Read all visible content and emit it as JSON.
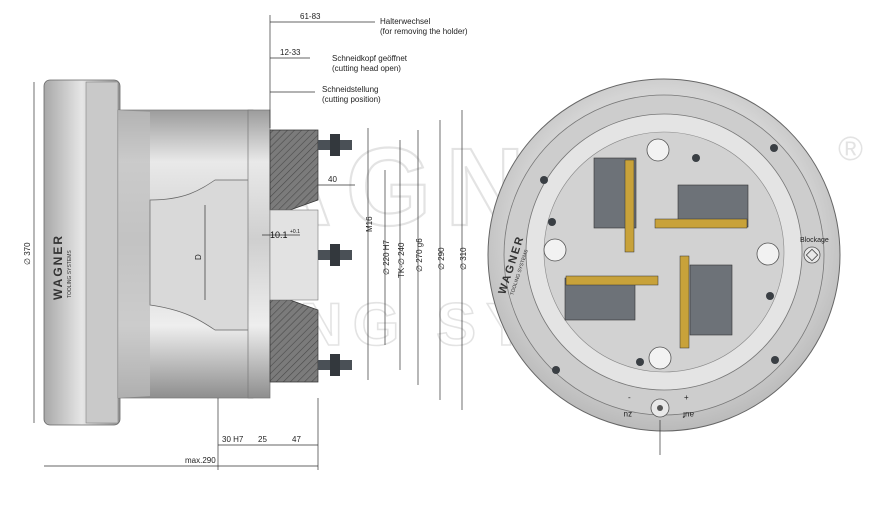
{
  "watermark": {
    "brand": "WAGNER",
    "registered": "®",
    "tagline": "TOOLING SYSTEMS"
  },
  "side_view": {
    "brand_label": "WAGNER",
    "brand_sub": "TOOLING SYSTEMS",
    "notes": {
      "halter_de": "Halterwechsel",
      "halter_en": "(for removing the holder)",
      "halter_dim": "61-83",
      "open_de": "Schneidkopf geöffnet",
      "open_en": "(cutting head open)",
      "open_dim": "12-33",
      "cut_de": "Schneidstellung",
      "cut_en": "(cutting position)"
    },
    "dims": {
      "d370": "∅ 370",
      "d40": "40",
      "m16": "M16",
      "d220": "∅ 220 H7",
      "tk240": "TK-∅ 240",
      "d270": "∅ 270 g6",
      "d290": "∅ 290",
      "d310": "∅ 310",
      "bore_d": "D",
      "depth": "10.1",
      "depth_tol": "+0.1",
      "b30": "30 H7",
      "b25": "25",
      "b47": "47",
      "max": "max.290"
    }
  },
  "front_view": {
    "blockage_label": "Blockage",
    "brand_label": "WAGNER",
    "brand_sub": "TOOLING SYSTEMS",
    "auf_label": "auf",
    "zu_label": "zu",
    "plus": "+",
    "minus": "-"
  },
  "colors": {
    "metal_light": "#d8d8d8",
    "metal_mid": "#b8b8b8",
    "metal_dark": "#8a8a8a",
    "bolt": "#3a3f44",
    "gold": "#c8a23a"
  }
}
